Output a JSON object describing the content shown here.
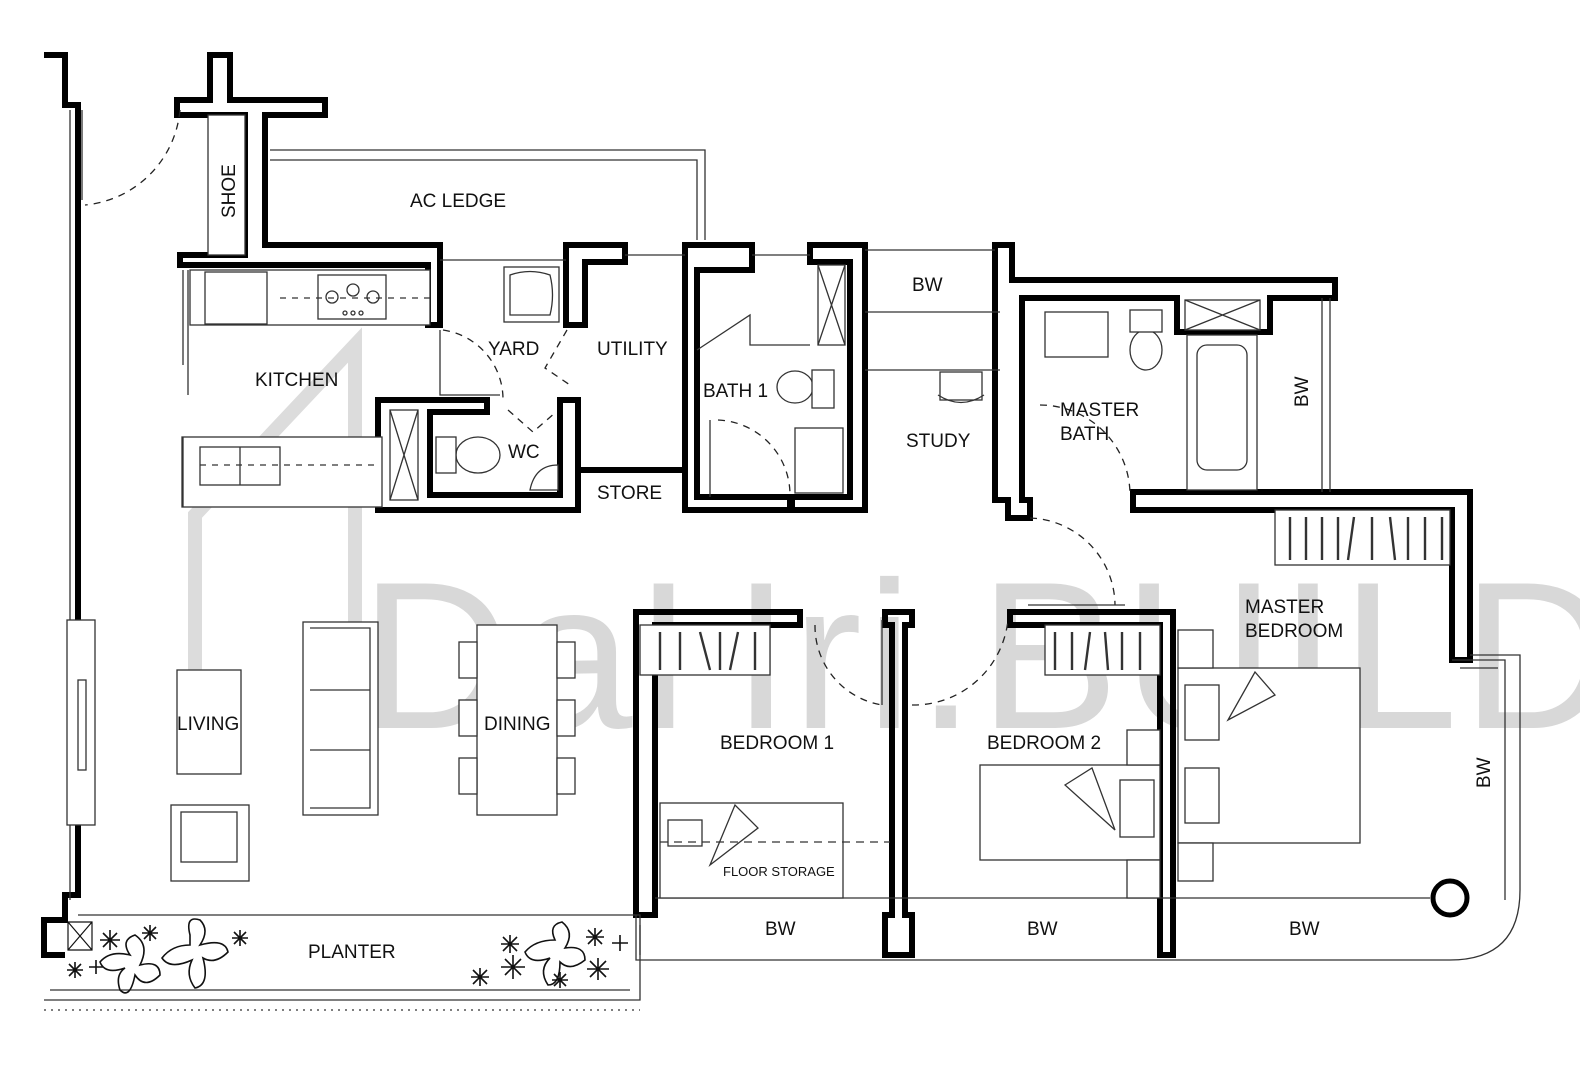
{
  "watermark": "DaHri.BUILD",
  "rooms": {
    "shoe": "SHOE",
    "ac_ledge": "AC LEDGE",
    "kitchen": "KITCHEN",
    "yard": "YARD",
    "utility": "UTILITY",
    "wc": "WC",
    "store": "STORE",
    "bath1": "BATH 1",
    "bw_top": "BW",
    "study": "STUDY",
    "master_bath_line1": "MASTER",
    "master_bath_line2": "BATH",
    "bw_master_bath": "BW",
    "master_bedroom_line1": "MASTER",
    "master_bedroom_line2": "BEDROOM",
    "bw_right": "BW",
    "living": "LIVING",
    "dining": "DINING",
    "bedroom1": "BEDROOM 1",
    "bedroom2": "BEDROOM 2",
    "floor_storage": "FLOOR STORAGE",
    "planter": "PLANTER",
    "bw_bedroom1": "BW",
    "bw_bedroom2": "BW",
    "bw_master": "BW"
  }
}
